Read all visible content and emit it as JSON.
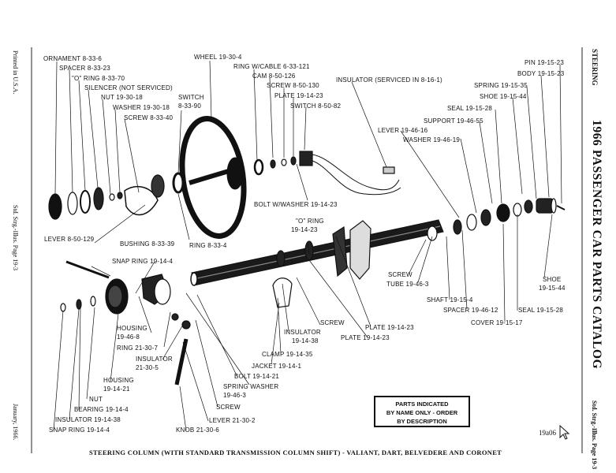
{
  "left_margin": {
    "printed": "Printed in U.S.A.",
    "std": "Std. Strg.-Illus. Page 19-3",
    "date": "January, 1966."
  },
  "right_margin": {
    "section": "STEERING",
    "catalog": "1966 PASSENGER CAR PARTS CATALOG",
    "std": "Std. Strg.-Illus. Page 19-3"
  },
  "labels": [
    "ORNAMENT 8-33-6",
    "SPACER 8-33-23",
    "\"O\" RING 8-33-70",
    "SILENCER (NOT SERVICED)",
    "NUT 19-30-18",
    "WASHER 19-30-18",
    "SCREW 8-33-40",
    "SWITCH",
    "8-33-90",
    "WHEEL 19-30-4",
    "RING W/CABLE 6-33-121",
    "CAM 8-50-126",
    "SCREW 8-50-130",
    "PLATE 19-14-23",
    "SWITCH 8-50-82",
    "INSULATOR (SERVICED IN 8-16-1)",
    "PIN 19-15-23",
    "BODY 19-15-23",
    "SPRING 19-15-35",
    "SHOE 19-15-44",
    "SEAL 19-15-28",
    "SUPPORT 19-46-55",
    "LEVER 19-46-16",
    "WASHER 19-46-19",
    "BOLT W/WASHER 19-14-23",
    "\"O\" RING",
    "19-14-23",
    "BUSHING 8-33-39",
    "RING 8-33-4",
    "LEVER 8-50-129",
    "SNAP RING 19-14-4",
    "SCREW",
    "TUBE 19-46-3",
    "SHOE",
    "19-15-44",
    "SHAFT 19-15-4",
    "SPACER 19-46-12",
    "SEAL 19-15-28",
    "COVER 19-15-17",
    "SCREW",
    "PLATE 19-14-23",
    "PLATE 19-14-23",
    "INSULATOR",
    "19-14-38",
    "CLAMP 19-14-35",
    "JACKET 19-14-1",
    "BOLT 19-14-21",
    "SPRING WASHER",
    "19-46-3",
    "HOUSING",
    "19-46-8",
    "RING 21-30-7",
    "INSULATOR",
    "21-30-5",
    "HOUSING",
    "19-14-21",
    "NUT",
    "BEARING 19-14-4",
    "INSULATOR 19-14-38",
    "SNAP RING 19-14-4",
    "SCREW",
    "LEVER 21-30-2",
    "KNOB 21-30-6"
  ],
  "note_lines": [
    "PARTS INDICATED",
    "BY NAME ONLY - ORDER",
    "BY DESCRIPTION"
  ],
  "caption": "STEERING COLUMN (WITH STANDARD TRANSMISSION COLUMN SHIFT) - VALIANT, DART, BELVEDERE AND CORONET",
  "ref_code": "19a06"
}
